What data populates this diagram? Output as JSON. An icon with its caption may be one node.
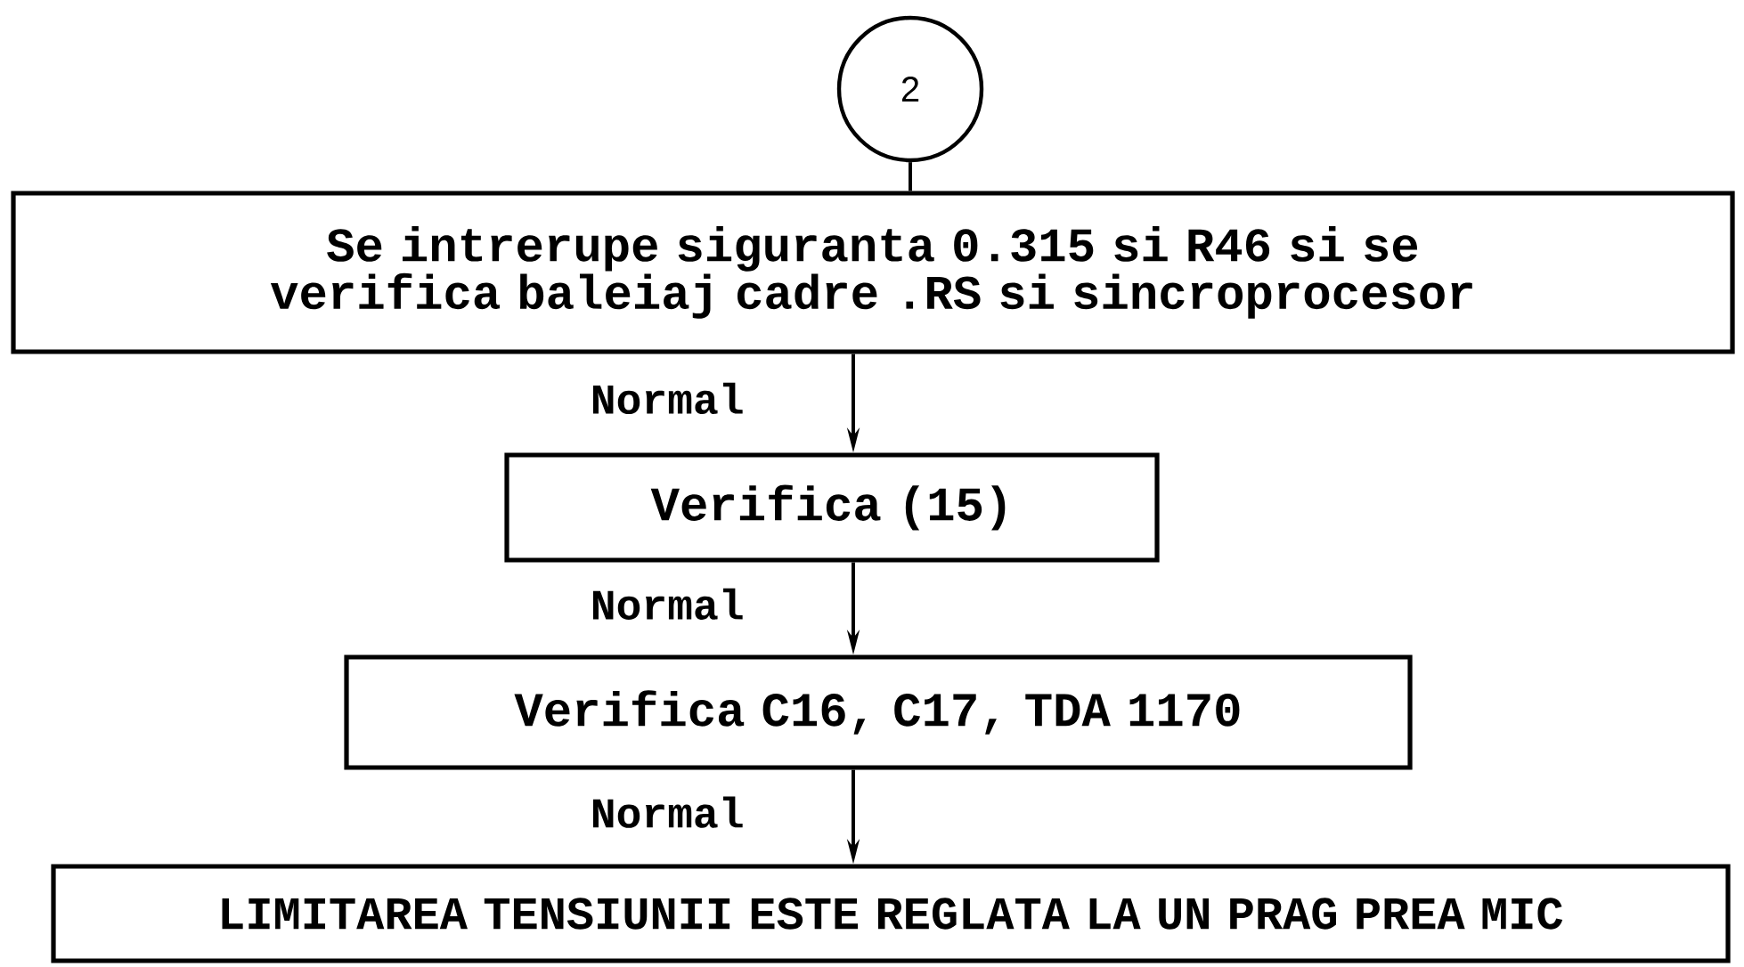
{
  "diagram": {
    "nodes": [
      {
        "text": [
          "2"
        ]
      },
      {
        "text": [
          "Se intrerupe siguranta 0.315 si R46 si se verifica baleiaj cadre .RS si sincroprocesor"
        ]
      },
      {
        "text": [
          "Verifica (15)"
        ]
      },
      {
        "text": [
          "Verifica C16, C17, TDA 1170"
        ]
      },
      {
        "text": [
          "LIMITAREA TENSIUNII ESTE REGLATA LA UN PRAG PREA MIC"
        ]
      }
    ],
    "edges": [
      {
        "from": 0,
        "to": 1,
        "arrow": "none"
      },
      {
        "from": 1,
        "to": 2,
        "arrow": "to",
        "label": "Normal"
      },
      {
        "from": 2,
        "to": 3,
        "arrow": "to",
        "label": "Normal"
      },
      {
        "from": 3,
        "to": 4,
        "arrow": "to",
        "label": "Normal"
      }
    ]
  }
}
